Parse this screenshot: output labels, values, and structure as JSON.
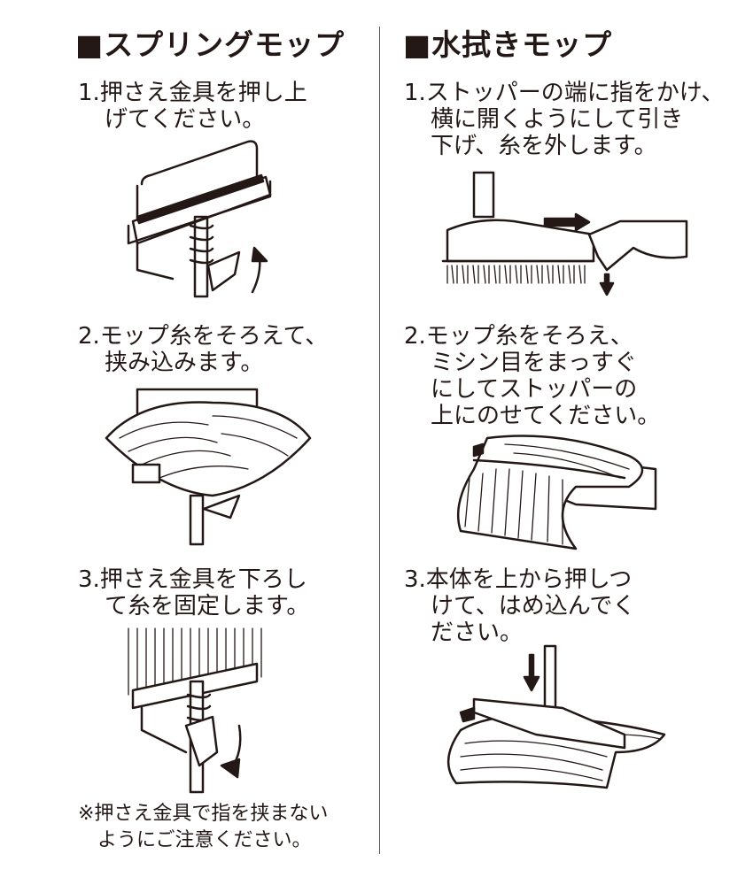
{
  "left": {
    "heading": "■スプリングモップ",
    "steps": [
      {
        "line1": "1.押さえ金具を押し上",
        "line2": "げてください。"
      },
      {
        "line1": "2.モップ糸をそろえて、",
        "line2": "挟み込みます。"
      },
      {
        "line1": "3.押さえ金具を下ろし",
        "line2": "て糸を固定します。"
      }
    ],
    "note": {
      "line1": "※押さえ金具で指を挟まない",
      "line2": "ようにご注意ください。"
    }
  },
  "right": {
    "heading": "■水拭きモップ",
    "steps": [
      {
        "lines": [
          "1.ストッパーの端に指をかけ、",
          "横に開くようにして引き",
          "下げ、糸を外します。"
        ]
      },
      {
        "lines": [
          "2.モップ糸をそろえ、",
          "ミシン目をまっすぐ",
          "にしてストッパーの",
          "上にのせてください。"
        ]
      },
      {
        "lines": [
          "3.本体を上から押しつ",
          "けて、はめ込んでく",
          "ださい。"
        ]
      }
    ]
  }
}
